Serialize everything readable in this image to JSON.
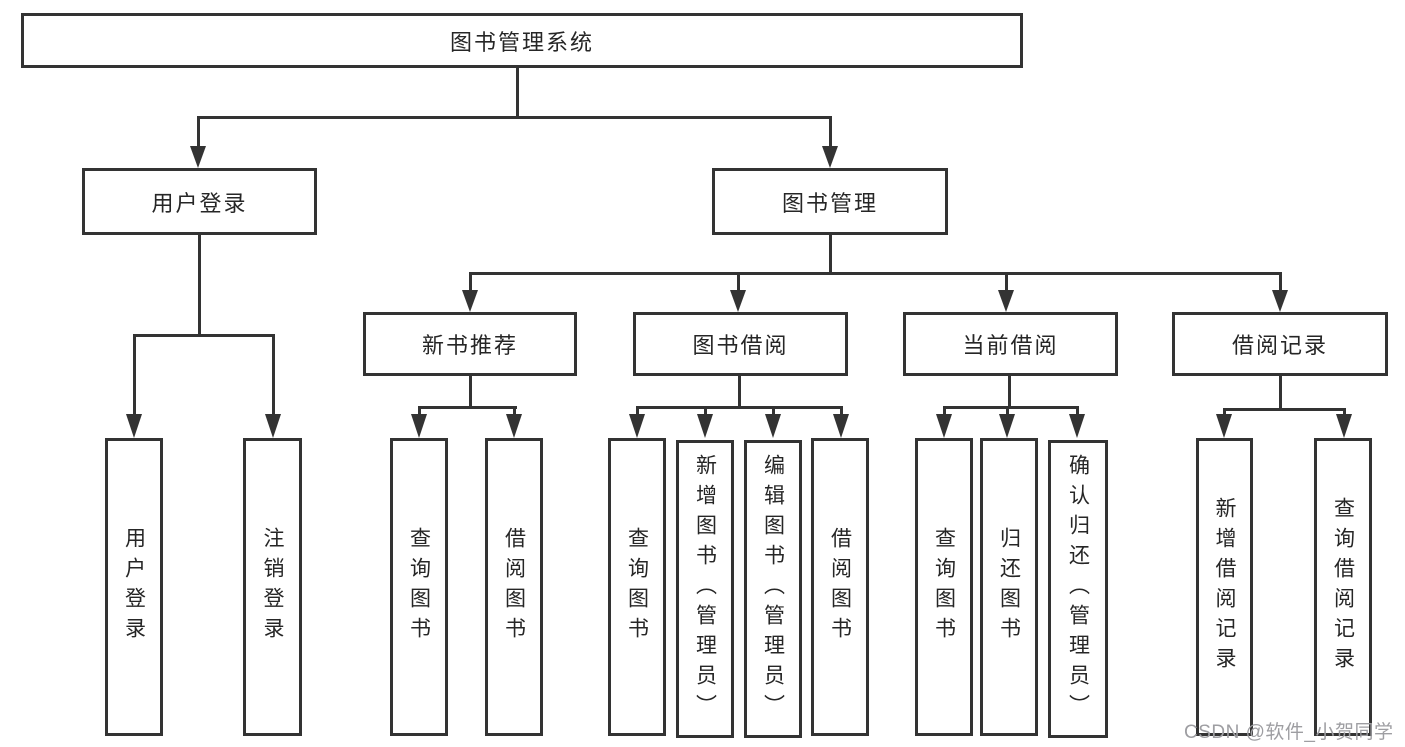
{
  "diagram_title": "图书管理系统",
  "nodes": {
    "root": {
      "label": "图书管理系统"
    },
    "user_login": {
      "label": "用户登录"
    },
    "book_management": {
      "label": "图书管理"
    },
    "new_book_recommend": {
      "label": "新书推荐"
    },
    "book_borrowing": {
      "label": "图书借阅"
    },
    "current_borrowing": {
      "label": "当前借阅"
    },
    "borrowing_records": {
      "label": "借阅记录"
    },
    "leaf_user_login": {
      "label": "用户登录"
    },
    "leaf_logout_login": {
      "label": "注销登录"
    },
    "leaf_query_books_a": {
      "label": "查询图书"
    },
    "leaf_borrow_books_a": {
      "label": "借阅图书"
    },
    "leaf_query_books_b": {
      "label": "查询图书"
    },
    "leaf_add_book_admin": {
      "label": "新增图书（管理员）"
    },
    "leaf_edit_book_admin": {
      "label": "编辑图书（管理员）"
    },
    "leaf_borrow_books_b": {
      "label": "借阅图书"
    },
    "leaf_query_books_c": {
      "label": "查询图书"
    },
    "leaf_return_book": {
      "label": "归还图书"
    },
    "leaf_confirm_return_admin": {
      "label": "确认归还（管理员）"
    },
    "leaf_add_borrow_record": {
      "label": "新增借阅记录"
    },
    "leaf_query_borrow_record": {
      "label": "查询借阅记录"
    }
  },
  "hierarchy": {
    "图书管理系统": [
      "用户登录",
      "图书管理"
    ],
    "用户登录": [
      "用户登录",
      "注销登录"
    ],
    "图书管理": [
      "新书推荐",
      "图书借阅",
      "当前借阅",
      "借阅记录"
    ],
    "新书推荐": [
      "查询图书",
      "借阅图书"
    ],
    "图书借阅": [
      "查询图书",
      "新增图书（管理员）",
      "编辑图书（管理员）",
      "借阅图书"
    ],
    "当前借阅": [
      "查询图书",
      "归还图书",
      "确认归还（管理员）"
    ],
    "借阅记录": [
      "新增借阅记录",
      "查询借阅记录"
    ]
  },
  "watermark": {
    "text": "CSDN @软件_小贺同学"
  },
  "colors": {
    "line": "#333333",
    "box_background": "#ffffff",
    "text": "#262626",
    "watermark": "#9e9ea2",
    "page_background": "#ffffff"
  }
}
